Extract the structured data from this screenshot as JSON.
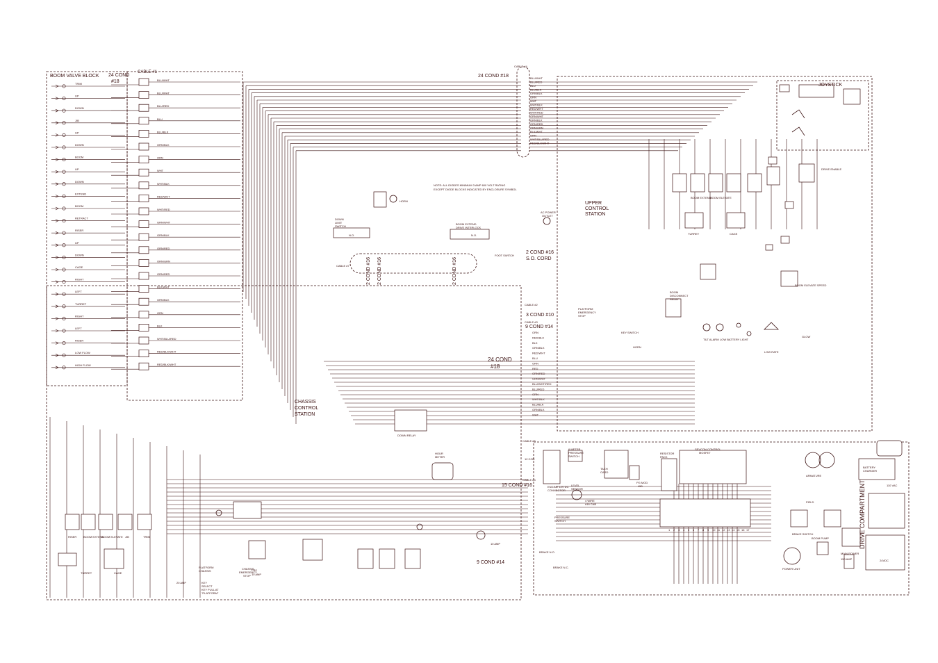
{
  "labels": {
    "boom_valve_block": "BOOM VALVE BLOCK",
    "cond24_18": "24 COND",
    "cond24_18b": "#18",
    "cable1": "CABLE #1",
    "cond24_top": "24 COND #18",
    "cable4": "CABLE #4",
    "joystick": "JOYSTICK",
    "upper_control": "UPPER",
    "upper_control2": "CONTROL",
    "upper_control3": "STATION",
    "note1": "NOTE: ALL DIODES MINIMUM 3 AMP 600 VOLT RATING",
    "note2": "EXCEPT DIODE BLOCKS INDICATED BY ENCLOSURE SYMBOL",
    "horn": "HORN",
    "down_limit": "DOWN",
    "down_limit2": "LIMIT",
    "down_limit3": "SWITCH",
    "boom_extend_drive": "BOOM EXTEND",
    "boom_extend_drive2": "DRIVE INTERLOCK",
    "no": "N.O.",
    "ac_power_outlet": "AC POWER",
    "ac_power_outlet2": "OUTLET",
    "foot_switch": "FOOT SWITCH",
    "cond2_16": "2 COND #16",
    "so_cord": "S.O. CORD",
    "cable7": "CABLE #7",
    "cond2_16_a": "2 COND #16",
    "cond2_16_b": "2 COND #16",
    "cable2": "CABLE #2",
    "cond3_10": "3 COND #10",
    "cable3": "CABLE #3",
    "cond9_14": "9 COND #14",
    "platform_emergency": "PLATFORM",
    "platform_emergency2": "EMERGENCY",
    "platform_emergency3": "STOP",
    "key_switch": "KEY SWITCH",
    "horn2": "HORN",
    "boom_disconnect": "BOOM",
    "boom_disconnect2": "DISCONNECT",
    "boom_disconnect3": "RELAY",
    "tilt_alarm": "TILT ALARM",
    "low_battery": "LOW BATTERY LIGHT",
    "low_rate": "LOW RATE",
    "glow": "GLOW",
    "boom_elevate_speed": "BOOM ELEVATE SPEED",
    "drive_enable": "DRIVE ENABLE",
    "turret": "TURRET",
    "cage": "CAGE",
    "boom_extend": "BOOM EXTEND",
    "boom_elevate": "BOOM ELEVATE",
    "cond24_18_mid": "24 COND",
    "cond24_18_mid2": "#18",
    "chassis_control": "CHASSIS",
    "chassis_control2": "CONTROL",
    "chassis_control3": "STATION",
    "hour_meter": "HOUR",
    "hour_meter2": "METER",
    "down_relay": "DOWN RELAY",
    "cable4b": "CABLE #4",
    "cond15_16": "15 COND #16",
    "cond9_14b": "9 COND #14",
    "cable5": "CABLE #5",
    "cond12": "12 CON",
    "meter_pressure": "6 METER",
    "meter_pressure2": "PRESSURE",
    "meter_pressure3": "SWITCH",
    "engine_dc": "ENGINE 12V DC",
    "engine_dc2": "CONNECTOR",
    "level_sensor": "LEVEL",
    "level_sensor2": "SENSOR",
    "wire_16": "4 WIRE",
    "wire_16b": "#16 CAB",
    "pressure_switch": "PRESSURE",
    "pressure_switch2": "SWITCH",
    "tach_card": "TACH",
    "tach_card2": "CARD",
    "resistor_pack": "RESISTOR",
    "resistor_pack2": "PACK",
    "sevcon": "SEVCON CONTROL",
    "sevcon2": "MOSFET",
    "pg_mod": "PG MOD",
    "pg_mod2": "450",
    "battery_charger": "BATTERY",
    "battery_charger2": "CHARGER",
    "drive_compartment": "DRIVE COMPARTMENT",
    "armature": "ARMATURE",
    "field": "FIELD",
    "power_unit": "POWER UNIT",
    "boom_pump": "BOOM PUMP",
    "brake_switch": "BRAKE SWITCH",
    "main_power": "MAIN POWER",
    "v24dc": "24VDC",
    "v110ac": "110 VAC",
    "amp_fuse": "150 AMP",
    "brake_no": "BRAKE N.O.",
    "brake_nc": "BRAKE N.C.",
    "chassis_emergency": "CHASSIS",
    "chassis_emergency2": "EMERGENCY",
    "chassis_emergency3": "STOP",
    "platform_chassis": "PLATFORM",
    "platform_chassis2": "CHASSIS",
    "key_select": "KEY",
    "key_select2": "SELECT",
    "key_select3": "KEY PULL AT",
    "key_select4": "\"PLATFORM\"",
    "amp20": "20 AMP",
    "amp10": "10 AMP",
    "cb2": "CB2",
    "trim": "TRIM",
    "jib": "JIB",
    "boom": "BOOM",
    "riser": "RISER",
    "low_flow": "LOW FLOW",
    "high_flow": "HIGH FLOW"
  },
  "valve_block_rows": [
    "TRIM",
    "UP",
    "DOWN",
    "JIB",
    "UP",
    "DOWN",
    "BOOM",
    "UP",
    "DOWN",
    "EXTEND",
    "BOOM",
    "RETRACT",
    "RISER",
    "UP",
    "DOWN",
    "CAGE",
    "RIGHT",
    "LEFT",
    "TURRET",
    "RIGHT",
    "LEFT",
    "RISER",
    "LOW FLOW",
    "HIGH FLOW"
  ],
  "valve_block_labels": [
    "UP",
    "DOWN",
    "UP",
    "DOWN",
    "UP",
    "DOWN",
    "EXTEND",
    "RETRACT",
    "UP",
    "DOWN",
    "RIGHT",
    "LEFT",
    "RIGHT",
    "LEFT"
  ],
  "cable1_wires": [
    "BLU/WHT",
    "BLU/WHT",
    "BLU/RED",
    "BLU",
    "BLU/BLK",
    "ORN/BLK",
    "ORN",
    "WHT",
    "WHT/BLK",
    "RED/WHT",
    "WHT/RED",
    "GRN/WHT",
    "GRN/BLK",
    "ORN/RED",
    "ORN/GRN",
    "ORN/RED",
    "BLK/WHT",
    "GRN/BLK",
    "GRN",
    "BLK",
    "WHT/BLU/RED",
    "RED/BLK/WHT",
    "RED/BLK/WHT"
  ],
  "cable4_wires": [
    "BLU/WHT",
    "BLU/RED",
    "BLU",
    "BLU/BLK",
    "ORN/BLK",
    "ORN",
    "WHT",
    "WHT/BLK",
    "RED/WHT",
    "WHT/RED",
    "GRN/WHT",
    "GRN/BLK",
    "ORN/RED",
    "ORN/GRN",
    "BLK/WHT",
    "ORN",
    "WHT/BLU/RED",
    "RED/BLK/WHT"
  ],
  "cable3_wires": [
    "ORN",
    "RED/BLK",
    "BLK",
    "GRN/BLK",
    "RED/WHT",
    "BLU",
    "ORN",
    "RED",
    "ORN/RED",
    "GRN/WHT",
    "BLU/WHT/RED",
    "BLU/RED",
    "GRN",
    "WHT/BLK",
    "BLU/BLK",
    "GRN/BLK",
    "WHT"
  ],
  "sevcon_terminals": [
    "1",
    "2",
    "3",
    "4",
    "5",
    "6",
    "7",
    "8",
    "9",
    "10",
    "11",
    "12",
    "13",
    "14",
    "15",
    "16",
    "17"
  ],
  "colors": {
    "ink": "#3a1010",
    "paper": "#ffffff"
  }
}
